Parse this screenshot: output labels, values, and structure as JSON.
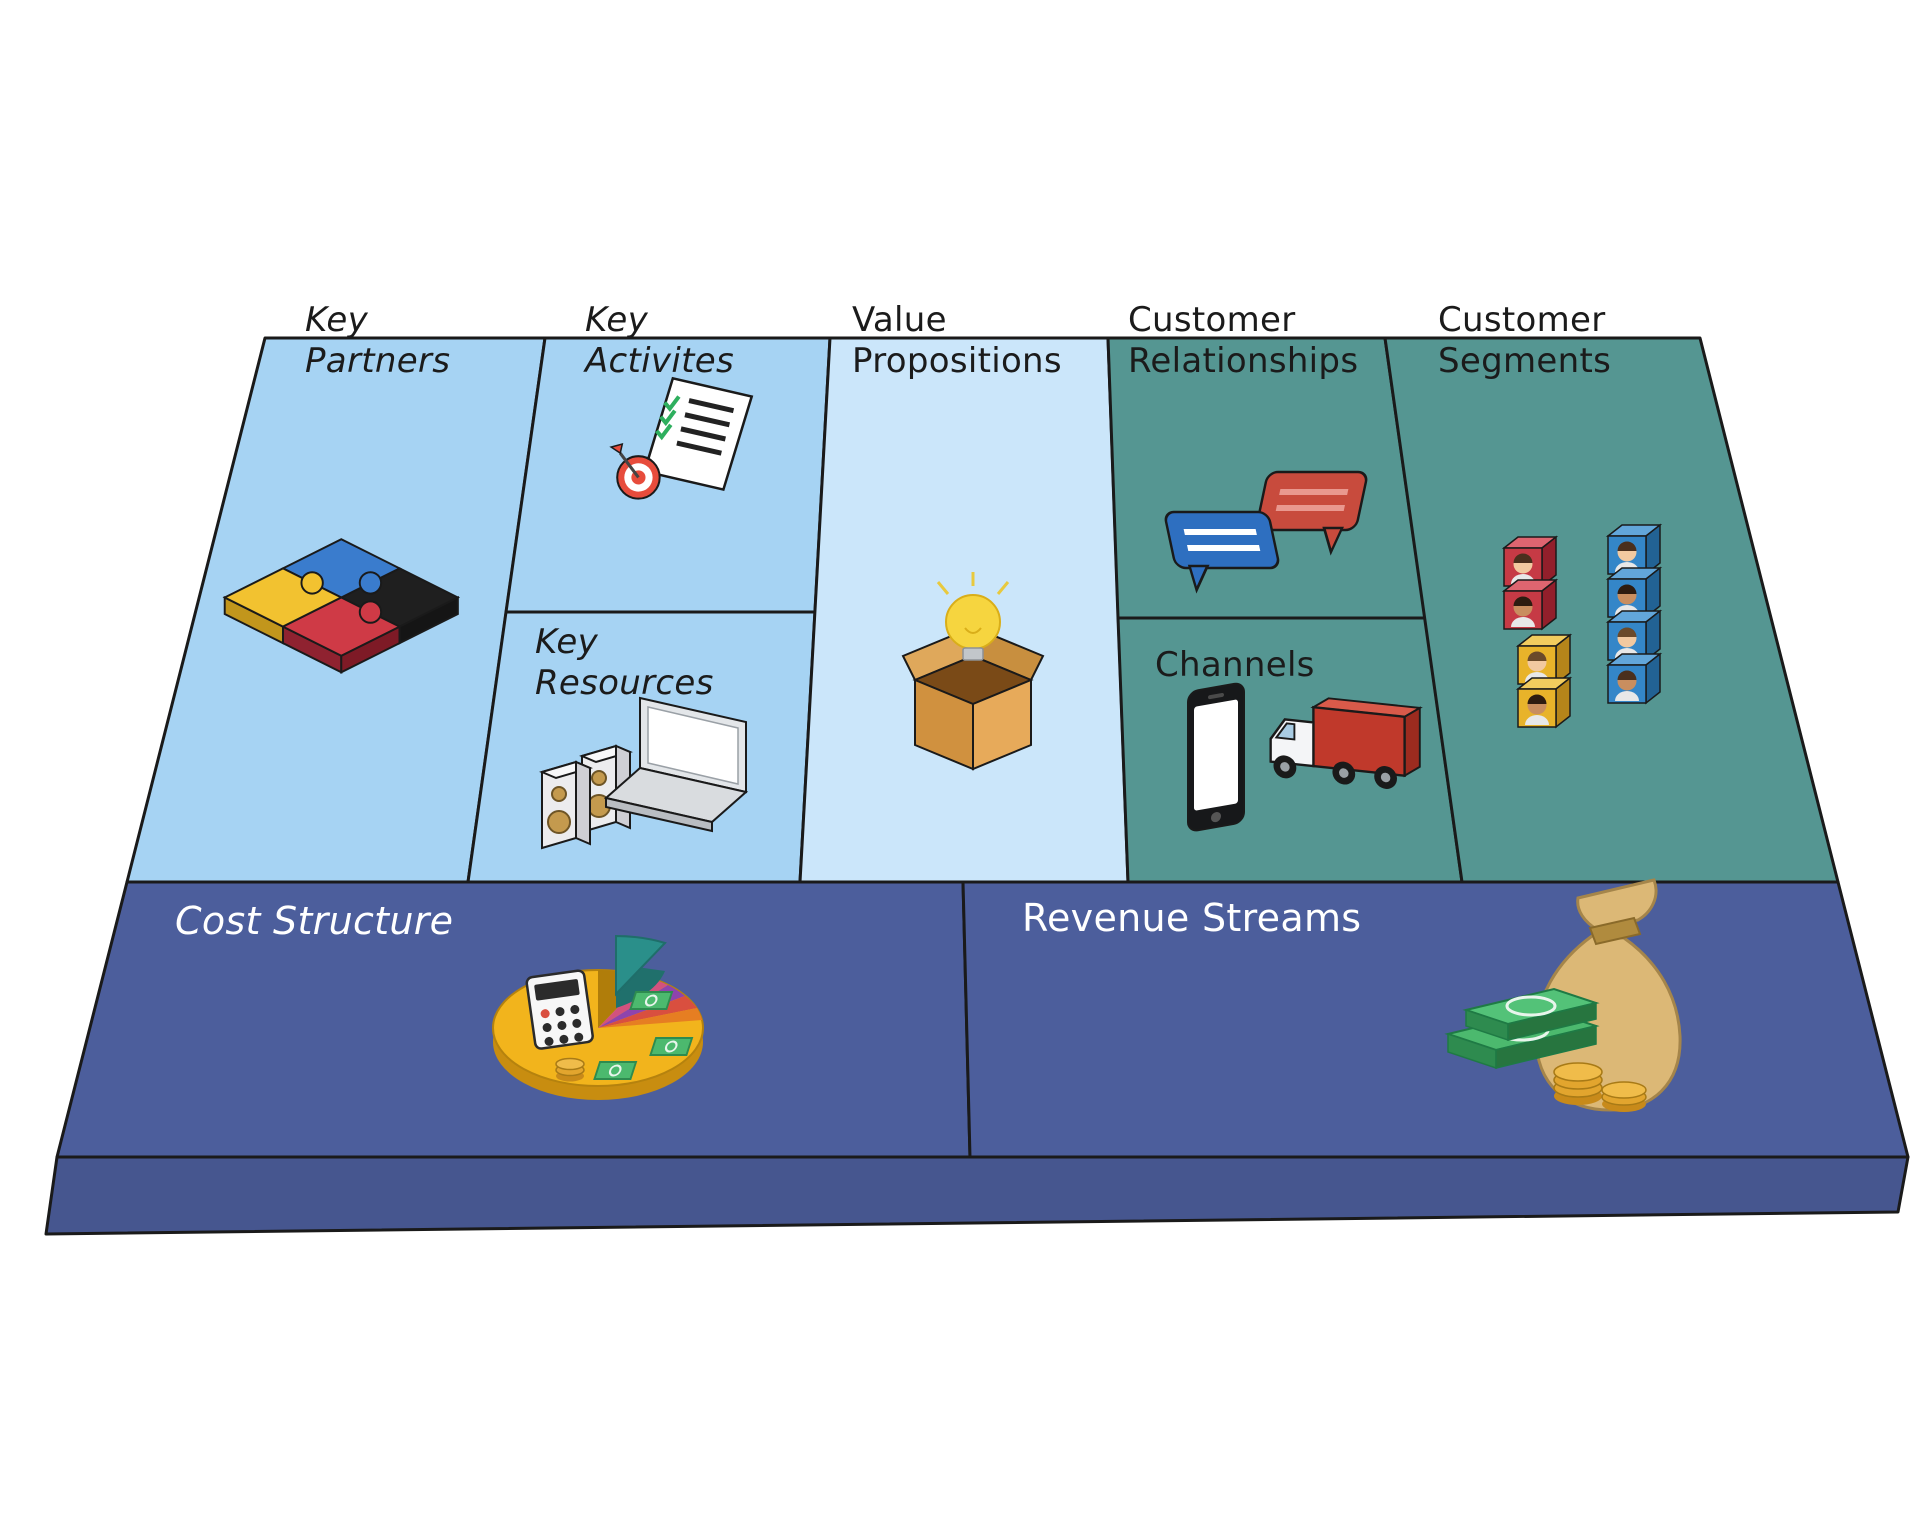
{
  "board": {
    "outline_color": "#1a1a1a",
    "edge_color": "#46568f",
    "text_dark": "#1b1b1b",
    "text_light": "#ffffff",
    "sections": {
      "key_partners": {
        "label": "Key Partners",
        "color": "#a6d3f3",
        "icon": "puzzle-pieces-icon"
      },
      "key_activities": {
        "label": "Key Activites",
        "color": "#a6d3f3",
        "icon": "checklist-target-icon"
      },
      "key_resources": {
        "label": "Key Resources",
        "color": "#a6d3f3",
        "icon": "laptop-speakers-icon"
      },
      "value_propositions": {
        "label": "Value Propositions",
        "color": "#cbe6fa",
        "icon": "idea-box-icon"
      },
      "customer_relationships": {
        "label": "Customer Relationships",
        "color": "#559692",
        "icon": "speech-bubbles-icon"
      },
      "channels": {
        "label": "Channels",
        "color": "#559692",
        "icon": "phone-truck-icon"
      },
      "customer_segments": {
        "label": "Customer Segments",
        "color": "#559692",
        "icon": "customer-cubes-icon"
      },
      "cost_structure": {
        "label": "Cost Structure",
        "color": "#4c5e9c",
        "icon": "pie-chart-money-icon"
      },
      "revenue_streams": {
        "label": "Revenue Streams",
        "color": "#4c5e9c",
        "icon": "money-bag-icon"
      }
    }
  }
}
